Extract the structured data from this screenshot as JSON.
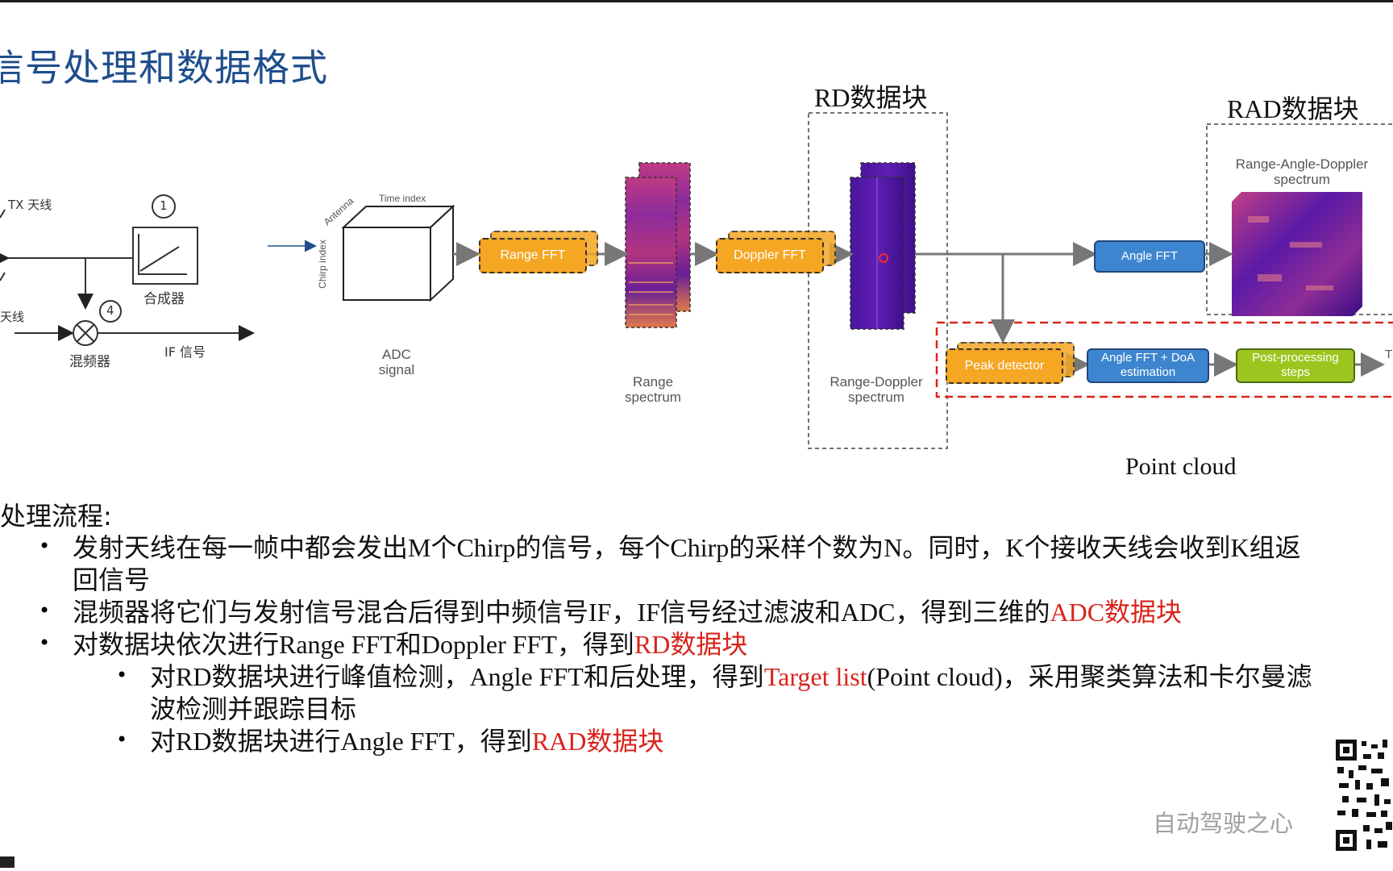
{
  "title": "信号处理和数据格式",
  "circuit": {
    "tx_label": "TX 天线",
    "rx_label": "天线",
    "synth_label": "合成器",
    "mixer_label": "混频器",
    "if_label": "IF 信号",
    "num_synth": "1",
    "num_mixer": "4"
  },
  "cube": {
    "axis_time": "Time index",
    "axis_antenna": "Antenna",
    "axis_chirp": "Chirp index",
    "label_line1": "ADC",
    "label_line2": "signal"
  },
  "pipeline": {
    "range_fft": "Range FFT",
    "range_spec_line1": "Range",
    "range_spec_line2": "spectrum",
    "doppler_fft": "Doppler FFT",
    "rd_title": "RD数据块",
    "rd_spec_line1": "Range-Doppler",
    "rd_spec_line2": "spectrum",
    "angle_fft": "Angle FFT",
    "rad_title": "RAD数据块",
    "rad_spec_line1": "Range-Angle-Doppler",
    "rad_spec_line2": "spectrum",
    "peak_detector": "Peak detector",
    "angle_doa_line1": "Angle FFT + DoA",
    "angle_doa_line2": "estimation",
    "post_line1": "Post-processing",
    "post_line2": "steps",
    "trailing_char": "T",
    "point_cloud": "Point cloud"
  },
  "text": {
    "heading": "处理流程:",
    "b1_line1": "发射天线在每一帧中都会发出M个Chirp的信号，每个Chirp的采样个数为N。同时，K个接收天线会收到K组返",
    "b1_line2": "回信号",
    "b2_text": "混频器将它们与发射信号混合后得到中频信号IF，IF信号经过滤波和ADC，得到三维的",
    "b2_red": "ADC数据块",
    "b3_text": "对数据块依次进行Range FFT和Doppler FFT，得到",
    "b3_red": "RD数据块",
    "s1_text": "对RD数据块进行峰值检测，Angle FFT和后处理，得到",
    "s1_red": "Target list",
    "s1_after": "(Point cloud)，采用聚类算法和卡尔曼滤",
    "s1_line2": "波检测并跟踪目标",
    "s2_text": "对RD数据块进行Angle FFT，得到",
    "s2_red": "RAD数据块"
  },
  "watermark": "自动驾驶之心",
  "colors": {
    "title": "#1f4e8c",
    "orange": "#f5a623",
    "blue": "#3d86cf",
    "green": "#9cc61f",
    "red": "#d9241b"
  }
}
